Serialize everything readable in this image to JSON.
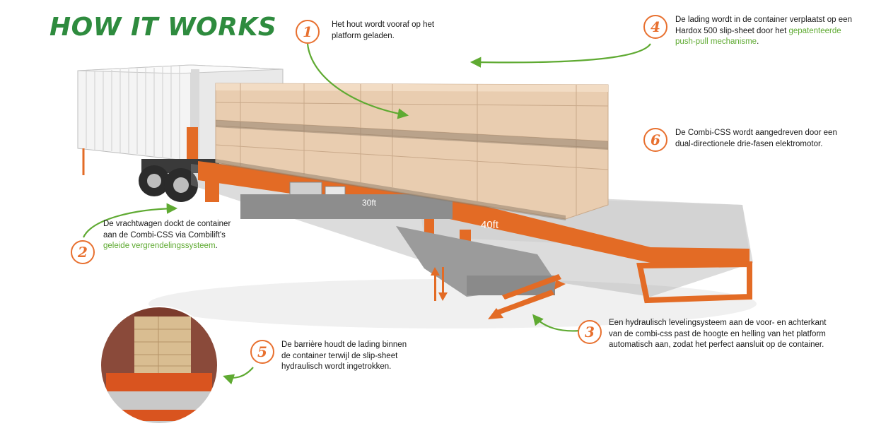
{
  "title": "HOW IT WORKS",
  "colors": {
    "title_green": "#2e8b3e",
    "accent_orange": "#e8702f",
    "highlight_green": "#5faa32",
    "frame_orange": "#e36b25",
    "wood": "#e9cdb0"
  },
  "labels": {
    "marker_30ft": "30ft",
    "marker_40ft": "40ft"
  },
  "steps": [
    {
      "number": "1",
      "lines": [
        "Het hout wordt vooraf op het",
        "platform geladen."
      ]
    },
    {
      "number": "2",
      "lines": [
        "De vrachtwagen dockt de container",
        "aan de Combi-CSS via Combilift's"
      ],
      "highlight": "geleide vergrendelingssysteem",
      "suffix": "."
    },
    {
      "number": "3",
      "lines": [
        "Een hydraulisch levelingsysteem aan de voor- en achterkant",
        "van de combi-css past de hoogte en helling van het platform",
        "automatisch aan, zodat het perfect aansluit op de container."
      ]
    },
    {
      "number": "4",
      "lines": [
        "De lading wordt in de container verplaatst op een",
        "Hardox 500 slip-sheet door het"
      ],
      "highlight_inline": "gepatenteerde",
      "highlight": "push-pull mechanisme",
      "suffix": "."
    },
    {
      "number": "5",
      "lines": [
        "De barrière houdt de lading binnen",
        "de container terwijl de slip-sheet",
        "hydraulisch wordt ingetrokken."
      ]
    },
    {
      "number": "6",
      "lines": [
        "De Combi-CSS wordt aangedreven door een",
        "dual-directionele drie-fasen elektromotor."
      ]
    }
  ]
}
